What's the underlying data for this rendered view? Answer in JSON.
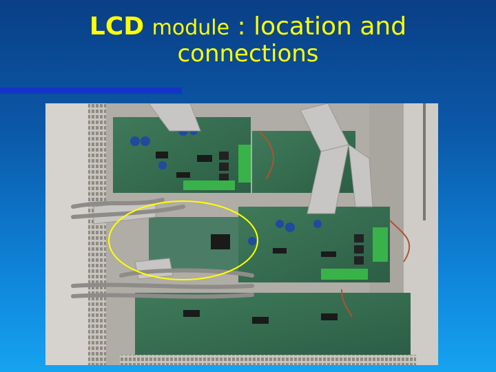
{
  "slide": {
    "title_bold": "LCD",
    "title_module": "module",
    "title_rest": " : location and",
    "title_line2": "connections"
  },
  "photo": {
    "subject": "electronics-cabinet-circuit-boards",
    "highlight_color": "#ffff00"
  },
  "colors": {
    "title": "#ffff00",
    "accent_bar": "#1434c8",
    "background_top": "#0a3f86",
    "background_bottom": "#16a3f0"
  }
}
